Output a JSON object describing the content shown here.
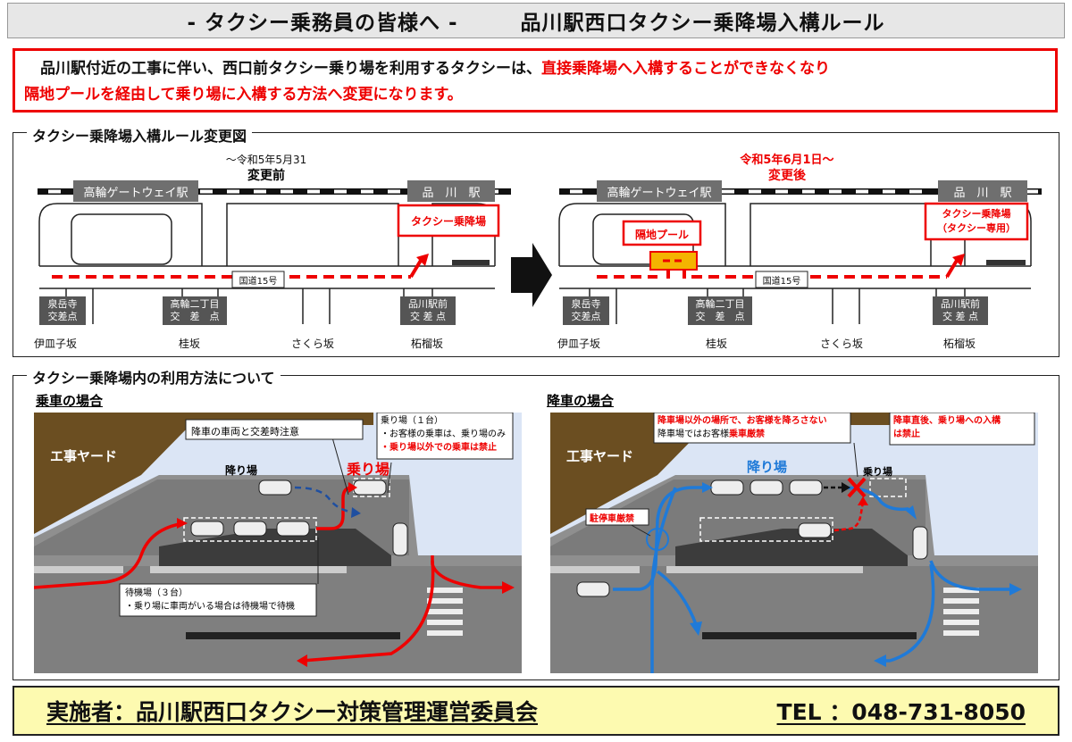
{
  "header": {
    "left": "- タクシー乗務員の皆様へ -",
    "right": "品川駅西口タクシー乗降場入構ルール"
  },
  "notice": {
    "line1_black": "品川駅付近の工事に伴い、西口前タクシー乗り場を利用するタクシーは、",
    "line1_red": "直接乗降場へ入構することができなくなり",
    "line2_red": "隔地プールを経由して乗り場に入構する方法へ変更になります。"
  },
  "map_section": {
    "title": "タクシー乗降場入構ルール変更図",
    "before": {
      "period": "～令和5年5月31",
      "label": "変更前",
      "taxi_stand": "タクシー乗降場"
    },
    "after": {
      "period": "令和5年6月1日～",
      "label": "変更後",
      "pool": "隔地プール",
      "taxi_stand_1": "タクシー乗降場",
      "taxi_stand_2": "（タクシー専用）"
    },
    "stations": {
      "takanawa": "高輪ゲートウェイ駅",
      "shinagawa": "品　川　駅"
    },
    "road": "国道15号",
    "intersections": [
      {
        "l1": "泉岳寺",
        "l2": "交差点"
      },
      {
        "l1": "高輪二丁目",
        "l2": "交　差　点"
      },
      {
        "l1": "品川駅前",
        "l2": "交 差 点"
      }
    ],
    "slopes": [
      "伊皿子坂",
      "桂坂",
      "さくら坂",
      "柘榴坂"
    ]
  },
  "usage_section": {
    "title": "タクシー乗降場内の利用方法について",
    "boarding": {
      "title": "乗車の場合",
      "yard": "エ事ヤード",
      "caution": "降車の車両と交差時注意",
      "ride_box_title": "乗り場（１台）",
      "ride_box_l1": "・お客様の乗車は、乗り場のみ",
      "ride_box_l2": "・乗り場以外での乗車は禁止",
      "drop_label": "降り場",
      "ride_label": "乗り場",
      "wait_title": "待機場（３台）",
      "wait_l1": "・乗り場に車両がいる場合は待機場で待機"
    },
    "alighting": {
      "title": "降車の場合",
      "yard": "工事ヤード",
      "warn1_l1": "降車場以外の場所で、お客様を降ろさない",
      "warn1_l2a": "降車場ではお客様",
      "warn1_l2b": "乗車厳禁",
      "warn2_l1": "降車直後、乗り場への入構",
      "warn2_l2": "は禁止",
      "drop_label": "降り場",
      "ride_label": "乗り場",
      "no_parking": "駐停車厳禁"
    }
  },
  "footer": {
    "org": "実施者：品川駅西口タクシー対策管理運営委員会",
    "tel": "TEL ：048-731-8050"
  },
  "colors": {
    "red": "#e00000",
    "blue": "#1f7ad8",
    "yard": "#6b4e21",
    "footer_bg": "#fdfab0"
  }
}
